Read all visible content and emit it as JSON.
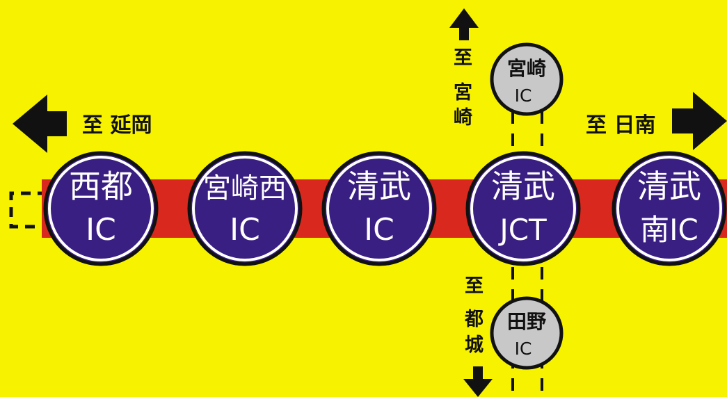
{
  "colors": {
    "background": "#f7f200",
    "road": "#d9281e",
    "node_fill": "#3a1f82",
    "minor_node_fill": "#c8c8c8",
    "text_dark": "#111111"
  },
  "main_nodes": [
    {
      "line1": "西都",
      "line2": "IC"
    },
    {
      "line1": "宮崎西",
      "line2": "IC"
    },
    {
      "line1": "清武",
      "line2": "IC"
    },
    {
      "line1": "清武",
      "line2": "JCT"
    },
    {
      "line1": "清武",
      "line2": "南IC"
    }
  ],
  "minor_nodes": {
    "north": {
      "line1": "宮崎",
      "line2": "IC"
    },
    "south": {
      "line1": "田野",
      "line2": "IC"
    }
  },
  "directions": {
    "west": "至 延岡",
    "east": "至 日南",
    "north": [
      "至",
      "宮",
      "崎"
    ],
    "south": [
      "至",
      "都",
      "城"
    ]
  }
}
